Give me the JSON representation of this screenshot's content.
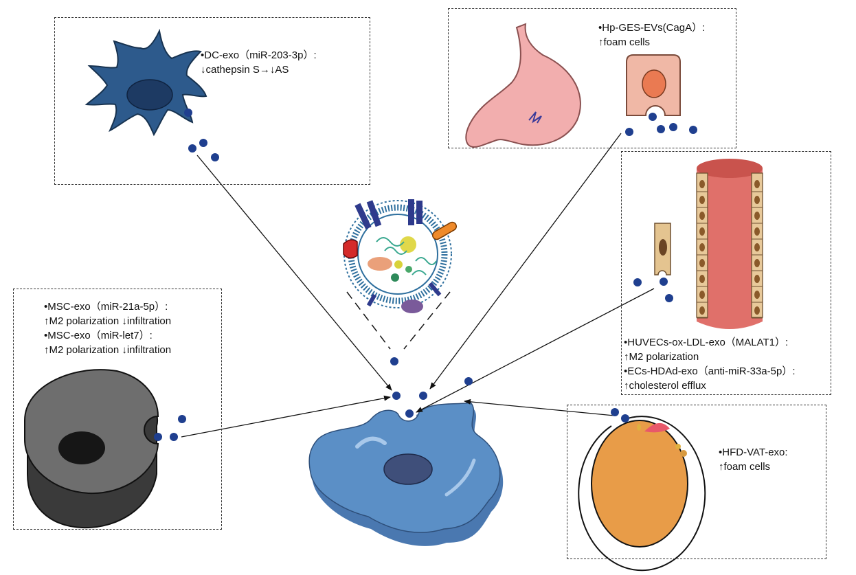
{
  "dc_panel": {
    "line1": "•DC-exo（miR-203-3p）:",
    "line2": "↓cathepsin S→↓AS"
  },
  "hp_panel": {
    "line1": "•Hp-GES-EVs(CagA）:",
    "line2": "↑foam cells"
  },
  "huvec_panel": {
    "line1": "•HUVECs-ox-LDL-exo（MALAT1）:",
    "line2": "↑M2 polarization",
    "line3": "•ECs-HDAd-exo（anti-miR-33a-5p）:",
    "line4": "↑cholesterol efflux"
  },
  "msc_panel": {
    "line1": "•MSC-exo（miR-21a-5p）:",
    "line2": "↑M2 polarization ↓infiltration",
    "line3": "•MSC-exo（miR-let7）:",
    "line4": "↑M2 polarization ↓infiltration"
  },
  "vat_panel": {
    "line1": "•HFD-VAT-exo:",
    "line2": "↑foam cells"
  },
  "colors": {
    "exosome_dot": "#1f3f8f",
    "dendritic_cell": "#2d5a8c",
    "macrophage": "#5b8fc6",
    "stem_cell": "#6e6e6e",
    "vessel": "#e0706a",
    "stomach": "#f2aeae",
    "adipocyte": "#e89c48"
  }
}
